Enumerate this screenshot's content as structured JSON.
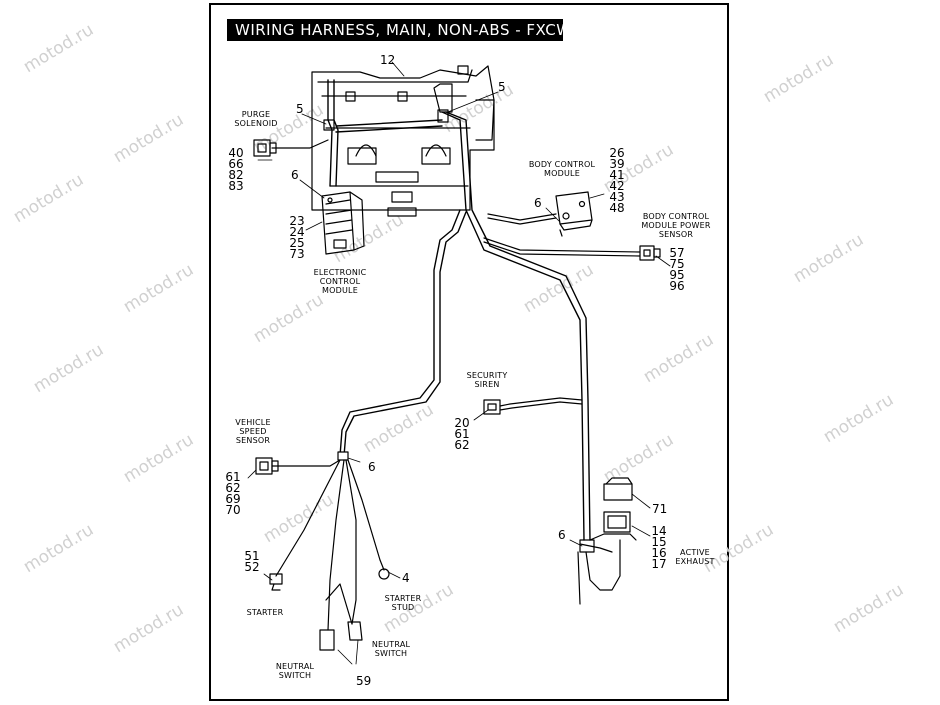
{
  "title": "WIRING HARNESS, MAIN, NON-ABS - FXCWC",
  "watermark": "motod.ru",
  "labels": {
    "purge_solenoid": "PURGE\nSOLENOID",
    "electronic_control_module": "ELECTRONIC\nCONTROL\nMODULE",
    "body_control_module": "BODY CONTROL\nMODULE",
    "bcm_power_sensor": "BODY CONTROL\nMODULE POWER\nSENSOR",
    "security_siren": "SECURITY\nSIREN",
    "vehicle_speed_sensor": "VEHICLE\nSPEED\nSENSOR",
    "active_exhaust": "ACTIVE\nEXHAUST",
    "starter": "STARTER",
    "starter_stud": "STARTER\nSTUD",
    "neutral_switch_right": "NEUTRAL\nSWITCH",
    "neutral_switch_left": "NEUTRAL\nSWITCH"
  },
  "callouts": {
    "c12": "12",
    "c5_left": "5",
    "c5_right": "5",
    "purge": "40\n66\n82\n83",
    "c6_ecm": "6",
    "ecm": "23\n24\n25\n73",
    "bcm": "26\n39\n41\n42\n43\n48",
    "c6_bcm": "6",
    "bcm_sensor": "57\n75\n95\n96",
    "siren": "20\n61\n62",
    "vss": "61\n62\n69\n70",
    "c6_mid": "6",
    "c71": "71",
    "exhaust": "14\n15\n16\n17",
    "c6_exhaust": "6",
    "starter": "51\n52",
    "c4": "4",
    "c59": "59"
  }
}
